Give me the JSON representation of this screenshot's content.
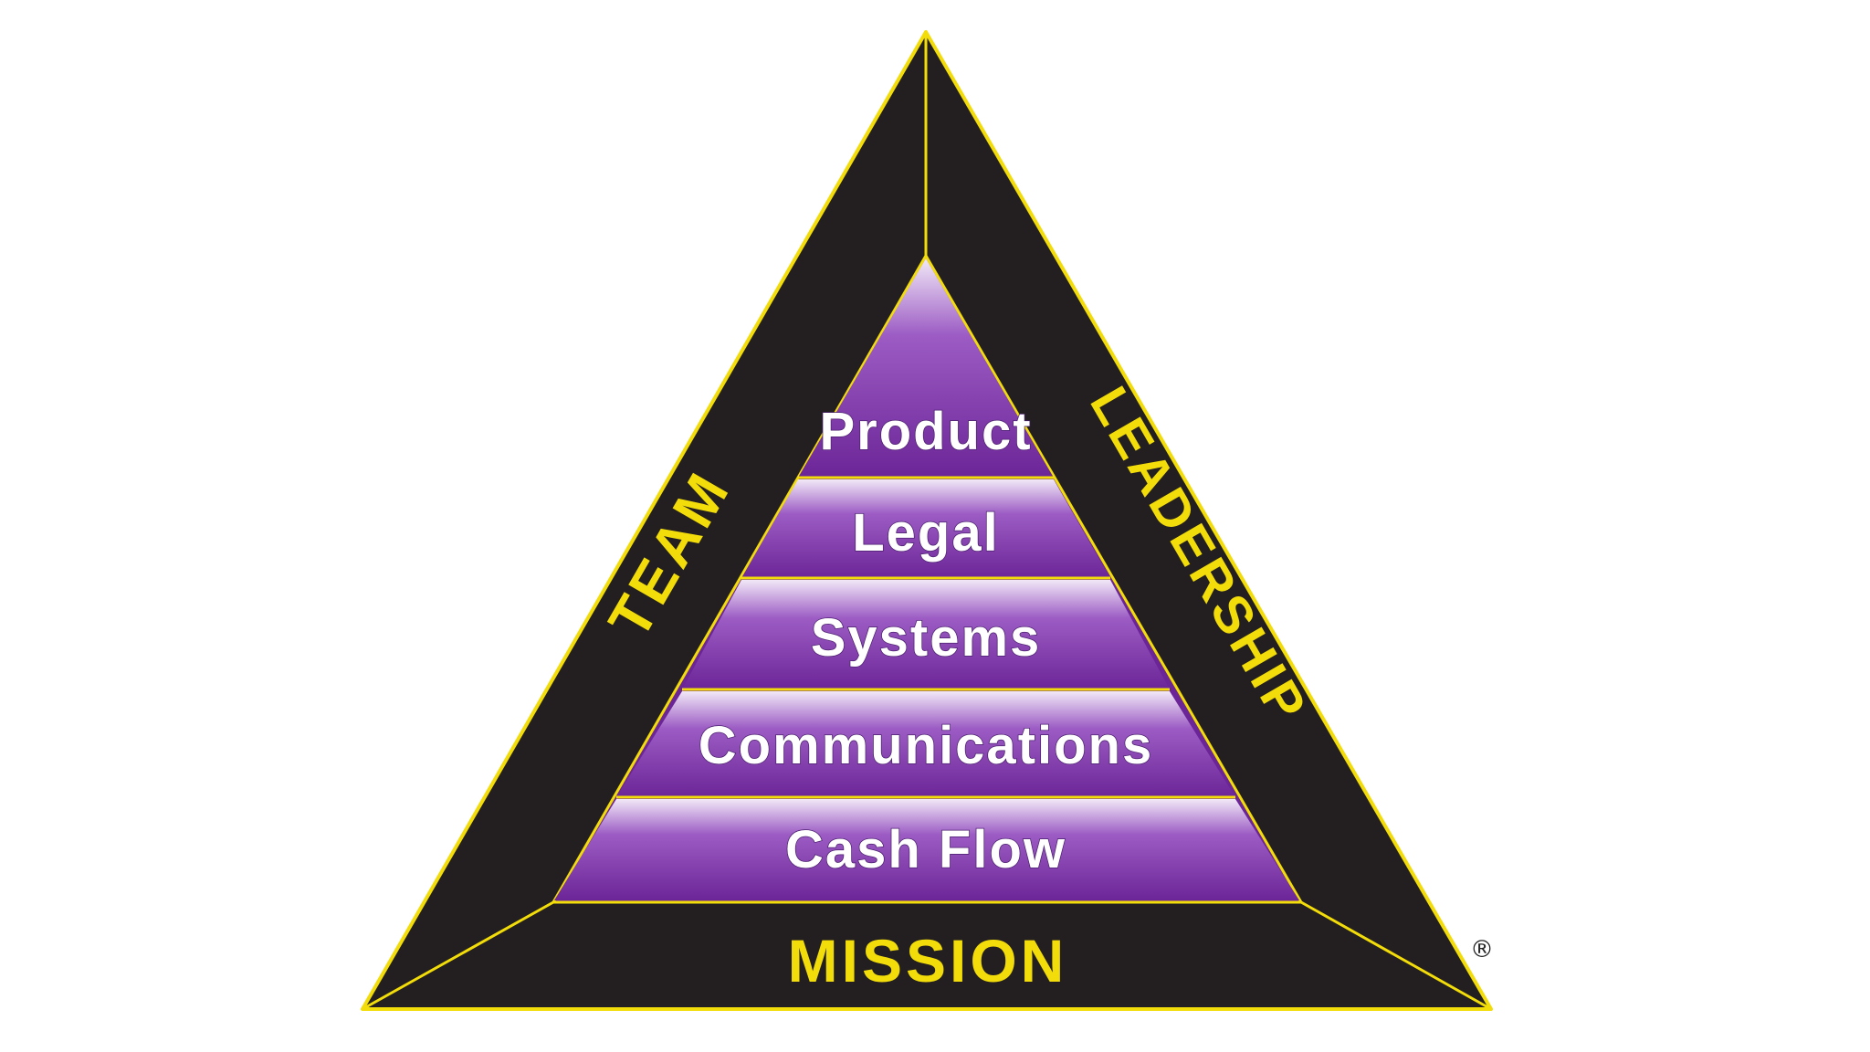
{
  "diagram": {
    "levels": [
      {
        "label": "Product"
      },
      {
        "label": "Legal"
      },
      {
        "label": "Systems"
      },
      {
        "label": "Communications"
      },
      {
        "label": "Cash Flow"
      }
    ],
    "sides": {
      "left": "TEAM",
      "right": "LEADERSHIP",
      "bottom": "MISSION"
    },
    "registered_mark": "®",
    "colors": {
      "frame": "#231f20",
      "outline": "#f2dc0a",
      "level_purple": "#7b2fa8",
      "level_highlight": "#e6d8f0",
      "text_yellow": "#f2dc0a",
      "text_white": "#ffffff"
    }
  }
}
